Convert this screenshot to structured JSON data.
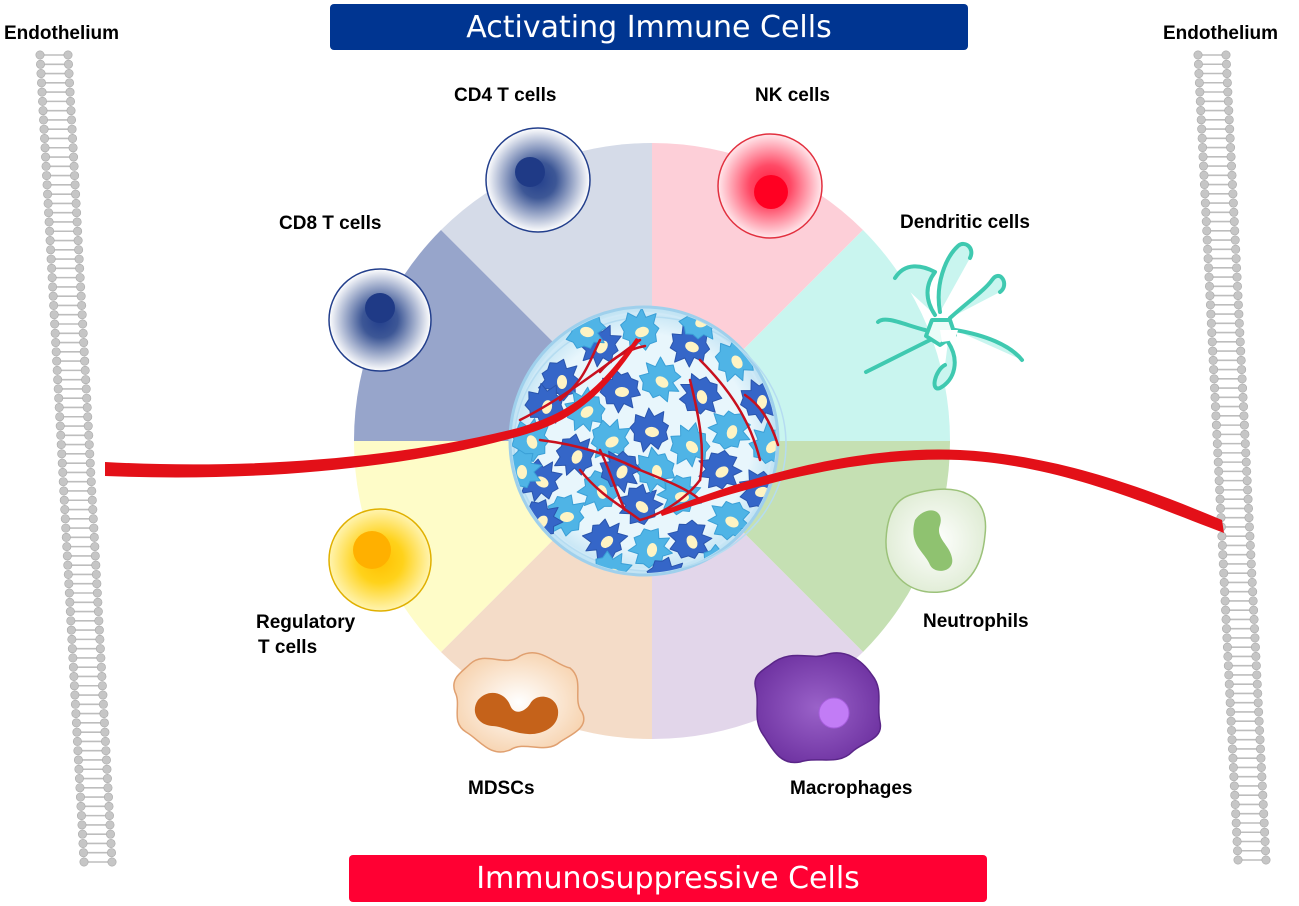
{
  "banners": {
    "top": "Activating Immune Cells",
    "bottom": "Immunosuppressive Cells"
  },
  "endothelium": {
    "left": "Endothelium",
    "right": "Endothelium"
  },
  "cells": {
    "cd4": "CD4 T cells",
    "nk": "NK cells",
    "cd8": "CD8 T cells",
    "dendritic": "Dendritic cells",
    "treg_line1": "Regulatory",
    "treg_line2": "T cells",
    "neutrophils": "Neutrophils",
    "mdscs": "MDSCs",
    "macrophages": "Macrophages"
  },
  "colors": {
    "top_banner": "#003591",
    "bottom_banner": "#ff0033",
    "sector_cd4": "#d5dbe8",
    "sector_cd8": "#97a5cb",
    "sector_nk": "#fdcfd8",
    "sector_dendritic": "#c9f5ef",
    "sector_neutrophils": "#c5e0b3",
    "sector_macrophages": "#e2d6ea",
    "sector_mdscs": "#f4dcc8",
    "sector_treg": "#fefcc8",
    "vessel": "#e31018",
    "tumor_cell_dark": "#3566c8",
    "tumor_cell_light": "#4fb4e6"
  }
}
